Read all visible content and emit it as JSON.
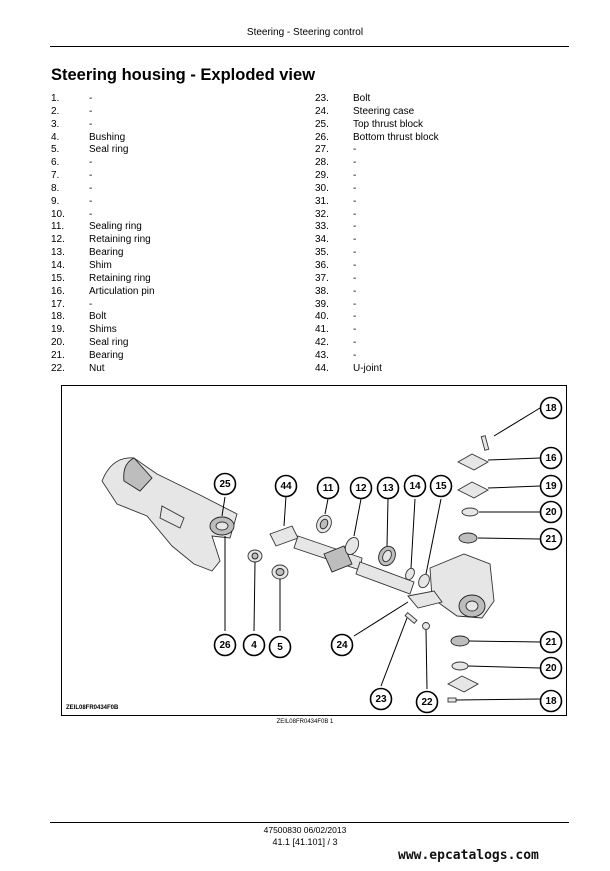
{
  "header": {
    "text": "Steering - Steering control"
  },
  "title": "Steering housing - Exploded view",
  "parts_left": [
    {
      "num": "1.",
      "name": "-"
    },
    {
      "num": "2.",
      "name": "-"
    },
    {
      "num": "3.",
      "name": "-"
    },
    {
      "num": "4.",
      "name": "Bushing"
    },
    {
      "num": "5.",
      "name": "Seal ring"
    },
    {
      "num": "6.",
      "name": "-"
    },
    {
      "num": "7.",
      "name": "-"
    },
    {
      "num": "8.",
      "name": "-"
    },
    {
      "num": "9.",
      "name": "-"
    },
    {
      "num": "10.",
      "name": "-"
    },
    {
      "num": "11.",
      "name": "Sealing ring"
    },
    {
      "num": "12.",
      "name": "Retaining ring"
    },
    {
      "num": "13.",
      "name": "Bearing"
    },
    {
      "num": "14.",
      "name": "Shim"
    },
    {
      "num": "15.",
      "name": "Retaining ring"
    },
    {
      "num": "16.",
      "name": "Articulation pin"
    },
    {
      "num": "17.",
      "name": "-"
    },
    {
      "num": "18.",
      "name": "Bolt"
    },
    {
      "num": "19.",
      "name": "Shims"
    },
    {
      "num": "20.",
      "name": "Seal ring"
    },
    {
      "num": "21.",
      "name": "Bearing"
    },
    {
      "num": "22.",
      "name": "Nut"
    }
  ],
  "parts_right": [
    {
      "num": "23.",
      "name": "Bolt"
    },
    {
      "num": "24.",
      "name": "Steering case"
    },
    {
      "num": "25.",
      "name": "Top thrust block"
    },
    {
      "num": "26.",
      "name": "Bottom thrust block"
    },
    {
      "num": "27.",
      "name": "-"
    },
    {
      "num": "28.",
      "name": "-"
    },
    {
      "num": "29.",
      "name": "-"
    },
    {
      "num": "30.",
      "name": "-"
    },
    {
      "num": "31.",
      "name": "-"
    },
    {
      "num": "32.",
      "name": "-"
    },
    {
      "num": "33.",
      "name": "-"
    },
    {
      "num": "34.",
      "name": "-"
    },
    {
      "num": "35.",
      "name": "-"
    },
    {
      "num": "36.",
      "name": "-"
    },
    {
      "num": "37.",
      "name": "-"
    },
    {
      "num": "38.",
      "name": "-"
    },
    {
      "num": "39.",
      "name": "-"
    },
    {
      "num": "40.",
      "name": "-"
    },
    {
      "num": "41.",
      "name": "-"
    },
    {
      "num": "42.",
      "name": "-"
    },
    {
      "num": "43.",
      "name": "-"
    },
    {
      "num": "44.",
      "name": "U-joint"
    }
  ],
  "figure": {
    "code": "ZEIL08FR0434F0B",
    "callouts": [
      "18",
      "16",
      "19",
      "20",
      "21",
      "25",
      "44",
      "11",
      "12",
      "13",
      "14",
      "15",
      "26",
      "4",
      "5",
      "24",
      "21",
      "20",
      "23",
      "22",
      "18"
    ]
  },
  "caption": "ZEIL08FR0434F0B    1",
  "footer": {
    "doc_line": "47500830 06/02/2013",
    "page_line": "41.1 [41.101] / 3"
  },
  "watermark": "www.epcatalogs.com"
}
